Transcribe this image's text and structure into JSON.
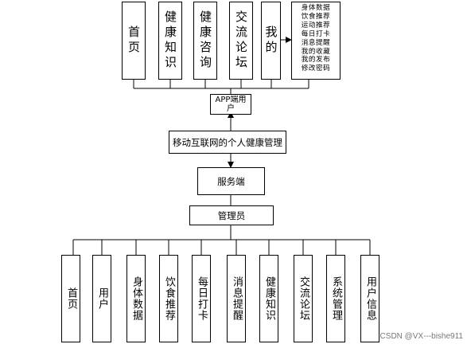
{
  "app_modules": [
    "首页",
    "健康知识",
    "健康咨询",
    "交流论坛",
    "我的"
  ],
  "my_features": [
    "身体数据",
    "饮食推荐",
    "运动推荐",
    "每日打卡",
    "消息提醒",
    "我的收藏",
    "我的发布",
    "修改密码"
  ],
  "app_user": "APP端用户",
  "system": "移动互联网的个人健康管理",
  "server": "服务端",
  "admin": "管理员",
  "admin_modules": [
    "首页",
    "用户",
    "身体数据",
    "饮食推荐",
    "每日打卡",
    "消息提醒",
    "健康知识",
    "交流论坛",
    "系统管理",
    "用户信息"
  ],
  "watermark": "CSDN @VX---bishe911"
}
